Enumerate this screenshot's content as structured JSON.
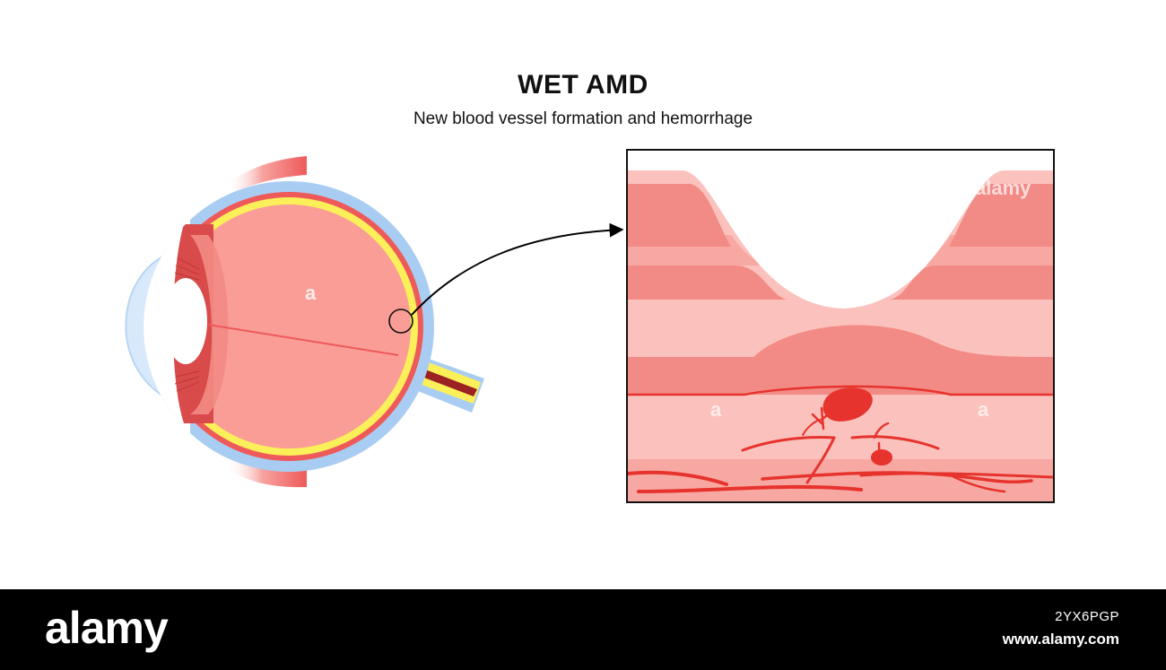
{
  "header": {
    "title": "WET AMD",
    "subtitle": "New blood vessel formation and hemorrhage"
  },
  "watermark": {
    "glyph": "a",
    "text": "alamy"
  },
  "footer": {
    "brand": "alamy",
    "image_id": "2YX6PGP",
    "site": "www.alamy.com"
  },
  "colors": {
    "background": "#ffffff",
    "sclera": "#a9cdf2",
    "cornea": "#d7e9fb",
    "choroid": "#ee5a5a",
    "retina": "#fbf05a",
    "vitreous": "#f99d96",
    "iris": "#d94b4b",
    "lens": "#ffffff",
    "optic_nerve_core": "#9b2222",
    "layer_light": "#fbc2bd",
    "layer_mid": "#f8a8a2",
    "layer_dark": "#f28b85",
    "vessel": "#e7332e",
    "arrow": "#000000",
    "footer_bg": "#000000"
  }
}
